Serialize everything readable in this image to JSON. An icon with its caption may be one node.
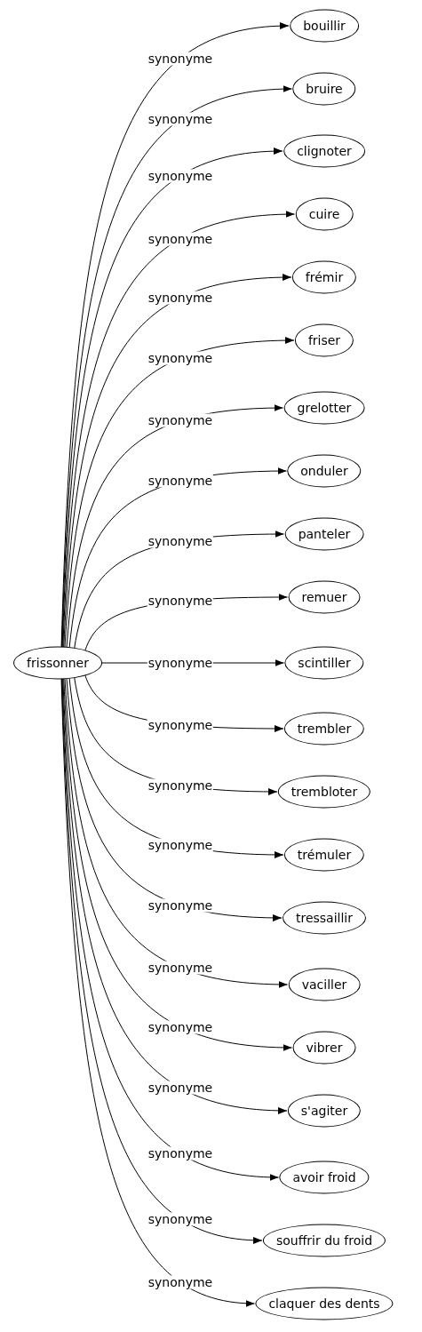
{
  "diagram": {
    "nodes": [
      {
        "text": [
          "frissonner"
        ]
      },
      {
        "text": [
          "bouillir"
        ]
      },
      {
        "text": [
          "bruire"
        ]
      },
      {
        "text": [
          "clignoter"
        ]
      },
      {
        "text": [
          "cuire"
        ]
      },
      {
        "text": [
          "frémir"
        ]
      },
      {
        "text": [
          "friser"
        ]
      },
      {
        "text": [
          "grelotter"
        ]
      },
      {
        "text": [
          "onduler"
        ]
      },
      {
        "text": [
          "panteler"
        ]
      },
      {
        "text": [
          "remuer"
        ]
      },
      {
        "text": [
          "scintiller"
        ]
      },
      {
        "text": [
          "trembler"
        ]
      },
      {
        "text": [
          "trembloter"
        ]
      },
      {
        "text": [
          "trémuler"
        ]
      },
      {
        "text": [
          "tressaillir"
        ]
      },
      {
        "text": [
          "vaciller"
        ]
      },
      {
        "text": [
          "vibrer"
        ]
      },
      {
        "text": [
          "s'agiter"
        ]
      },
      {
        "text": [
          "avoir froid"
        ]
      },
      {
        "text": [
          "souffrir du froid"
        ]
      },
      {
        "text": [
          "claquer des dents"
        ]
      }
    ],
    "edges": [
      {
        "from": 0,
        "to": 1,
        "arrow": "to",
        "label": "synonyme"
      },
      {
        "from": 0,
        "to": 2,
        "arrow": "to",
        "label": "synonyme"
      },
      {
        "from": 0,
        "to": 3,
        "arrow": "to",
        "label": "synonyme"
      },
      {
        "from": 0,
        "to": 4,
        "arrow": "to",
        "label": "synonyme"
      },
      {
        "from": 0,
        "to": 5,
        "arrow": "to",
        "label": "synonyme"
      },
      {
        "from": 0,
        "to": 6,
        "arrow": "to",
        "label": "synonyme"
      },
      {
        "from": 0,
        "to": 7,
        "arrow": "to",
        "label": "synonyme"
      },
      {
        "from": 0,
        "to": 8,
        "arrow": "to",
        "label": "synonyme"
      },
      {
        "from": 0,
        "to": 9,
        "arrow": "to",
        "label": "synonyme"
      },
      {
        "from": 0,
        "to": 10,
        "arrow": "to",
        "label": "synonyme"
      },
      {
        "from": 0,
        "to": 11,
        "arrow": "to",
        "label": "synonyme"
      },
      {
        "from": 0,
        "to": 12,
        "arrow": "to",
        "label": "synonyme"
      },
      {
        "from": 0,
        "to": 13,
        "arrow": "to",
        "label": "synonyme"
      },
      {
        "from": 0,
        "to": 14,
        "arrow": "to",
        "label": "synonyme"
      },
      {
        "from": 0,
        "to": 15,
        "arrow": "to",
        "label": "synonyme"
      },
      {
        "from": 0,
        "to": 16,
        "arrow": "to",
        "label": "synonyme"
      },
      {
        "from": 0,
        "to": 17,
        "arrow": "to",
        "label": "synonyme"
      },
      {
        "from": 0,
        "to": 18,
        "arrow": "to",
        "label": "synonyme"
      },
      {
        "from": 0,
        "to": 19,
        "arrow": "to",
        "label": "synonyme"
      },
      {
        "from": 0,
        "to": 20,
        "arrow": "to",
        "label": "synonyme"
      },
      {
        "from": 0,
        "to": 21,
        "arrow": "to",
        "label": "synonyme"
      }
    ]
  }
}
